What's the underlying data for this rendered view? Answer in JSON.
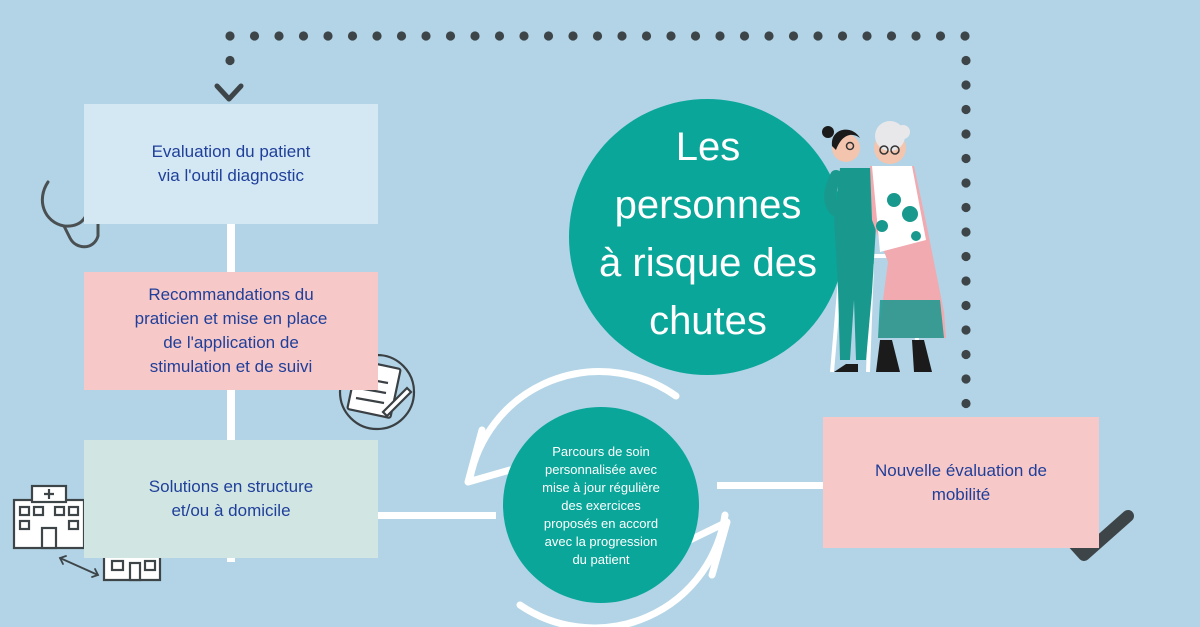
{
  "diagram": {
    "title": "Les\npersonnes\nà risque des\nchutes",
    "steps": [
      {
        "label": "Evaluation du patient\nvia l'outil diagnostic"
      },
      {
        "label": "Recommandations du\npraticien et mise en place\nde l'application de\nstimulation et de suivi"
      },
      {
        "label": "Solutions en structure\net/ou à domicile"
      }
    ],
    "center_cycle": "Parcours de soin\npersonnalisée avec\nmise à jour régulière\ndes exercices\nproposés en accord\navec la progression\ndu patient",
    "new_evaluation": "Nouvelle évaluation de\nmobilité"
  },
  "colors": {
    "background": "#b2d4e6",
    "teal": "#0aa699",
    "text_blue": "#1f3f9a",
    "box_light_blue": "#d4e8f4",
    "box_pink": "#f7c8c8",
    "box_mint": "#d1e6e3",
    "connector_white": "#ffffff",
    "dots_dark": "#3e4549"
  },
  "icons": [
    "stethoscope-icon",
    "notepad-icon",
    "hospital-icon",
    "house-icon",
    "double-arrow-icon",
    "checkmark-icon",
    "caregiver-elderly-illustration"
  ]
}
